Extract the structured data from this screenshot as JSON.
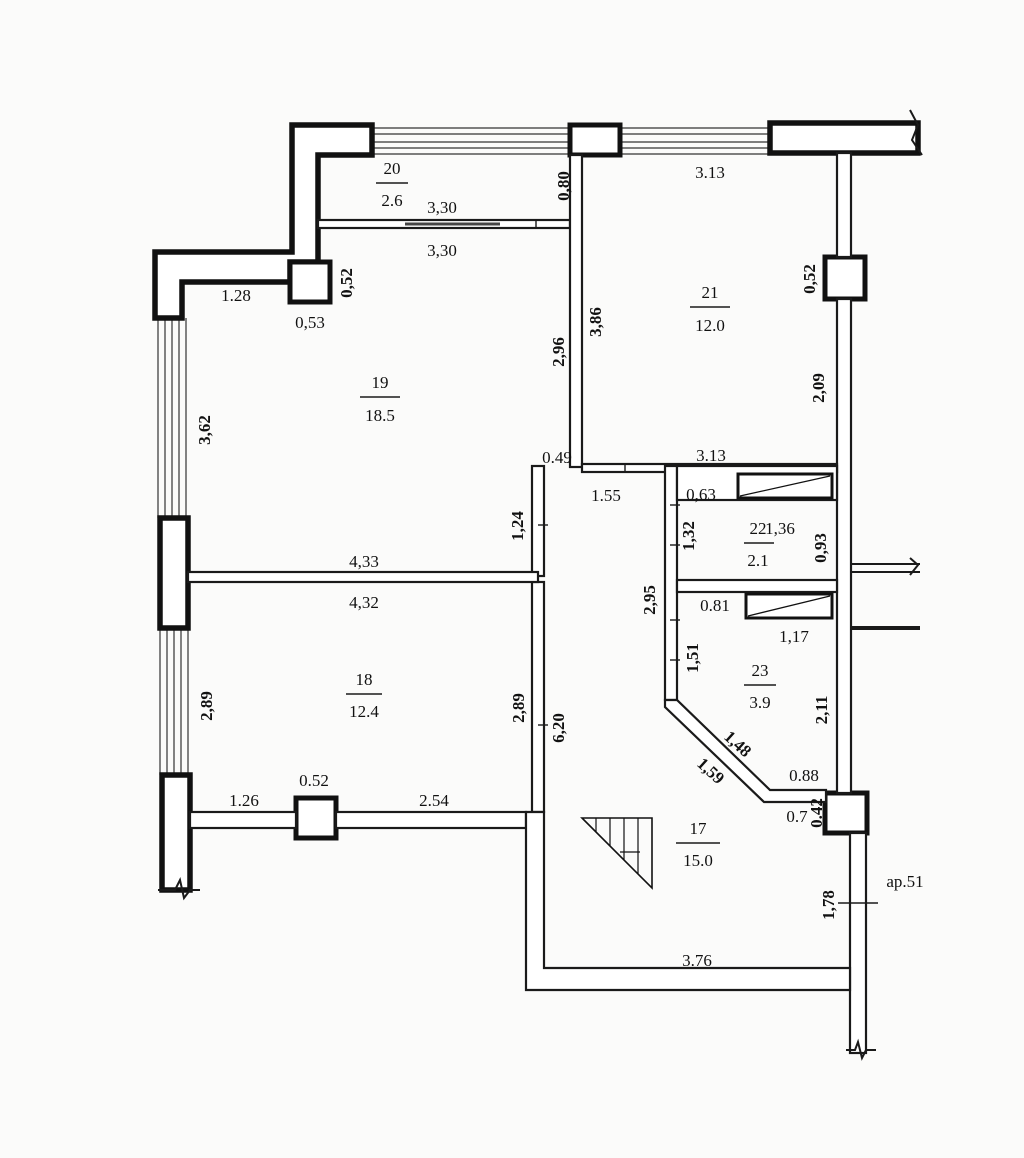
{
  "rooms": {
    "r17": {
      "number": "17",
      "area": "15.0"
    },
    "r18": {
      "number": "18",
      "area": "12.4"
    },
    "r19": {
      "number": "19",
      "area": "18.5"
    },
    "r20": {
      "number": "20",
      "area": "2.6"
    },
    "r21": {
      "number": "21",
      "area": "12.0"
    },
    "r22": {
      "number": "22",
      "area": "2.1"
    },
    "r23": {
      "number": "23",
      "area": "3.9"
    }
  },
  "dimensions": {
    "d_313_top": "3.13",
    "d_330_a": "3,30",
    "d_330_b": "3,30",
    "d_080": "0,80",
    "d_052_top": "0,52",
    "d_052_right": "0,52",
    "d_128": "1.28",
    "d_053": "0,53",
    "d_386": "3,86",
    "d_296": "2,96",
    "d_209": "2,09",
    "d_362": "3,62",
    "d_049": "0.49",
    "d_313_mid": "3.13",
    "d_155": "1.55",
    "d_063": "0,63",
    "d_124": "1,24",
    "d_132": "1,32",
    "d_136": "1,36",
    "d_093": "0,93",
    "d_433": "4,33",
    "d_432": "4,32",
    "d_295": "2,95",
    "d_081": "0.81",
    "d_117": "1,17",
    "d_151": "1,51",
    "d_289_left": "2,89",
    "d_289_mid": "2,89",
    "d_620": "6,20",
    "d_211": "2,11",
    "d_148": "1,48",
    "d_159": "1,59",
    "d_088": "0.88",
    "d_042": "0.42",
    "d_07": "0.7",
    "d_126": "1.26",
    "d_052_bottom": "0.52",
    "d_254": "2.54",
    "d_178": "1,78",
    "d_376": "3.76"
  },
  "labels": {
    "apartment": "ар.51"
  }
}
